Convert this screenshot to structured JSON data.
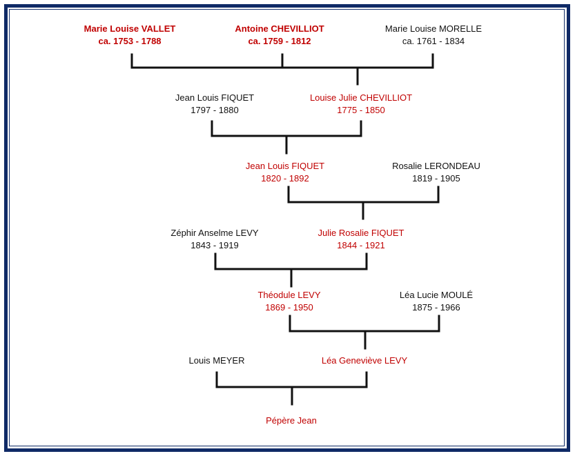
{
  "accent_color": "#c00000",
  "border_color": "#0f2a66",
  "people": {
    "vallet": {
      "name": "Marie Louise VALLET",
      "dates": "ca. 1753 - 1788"
    },
    "chevilliot": {
      "name": "Antoine CHEVILLIOT",
      "dates": "ca. 1759 - 1812"
    },
    "morelle": {
      "name": "Marie Louise MORELLE",
      "dates": "ca. 1761 - 1834"
    },
    "fiquet1": {
      "name": "Jean Louis FIQUET",
      "dates": "1797 - 1880"
    },
    "louise_julie": {
      "name": "Louise Julie CHEVILLIOT",
      "dates": "1775 - 1850"
    },
    "fiquet2": {
      "name": "Jean Louis FIQUET",
      "dates": "1820 - 1892"
    },
    "lerondeau": {
      "name": "Rosalie LERONDEAU",
      "dates": "1819 - 1905"
    },
    "zephir": {
      "name": "Zéphir Anselme LEVY",
      "dates": "1843 - 1919"
    },
    "julie_rosalie": {
      "name": "Julie Rosalie FIQUET",
      "dates": "1844 - 1921"
    },
    "theodule": {
      "name": "Théodule LEVY",
      "dates": "1869 - 1950"
    },
    "lea_lucie": {
      "name": "Léa Lucie MOULÉ",
      "dates": "1875 - 1966"
    },
    "meyer": {
      "name": "Louis MEYER"
    },
    "lea_genevieve": {
      "name": "Léa Geneviève LEVY"
    },
    "pepere": {
      "name": "Pépère Jean"
    }
  }
}
